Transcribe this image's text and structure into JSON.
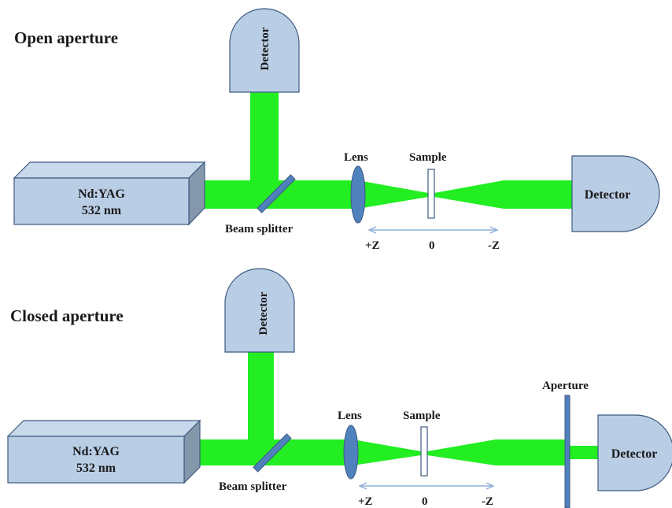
{
  "open": {
    "title": "Open aperture",
    "laser_line1": "Nd:YAG",
    "laser_line2": "532 nm",
    "beam_splitter": "Beam splitter",
    "lens": "Lens",
    "sample": "Sample",
    "detector_top": "Detector",
    "detector_right": "Detector",
    "z_plus": "+Z",
    "z_zero": "0",
    "z_minus": "-Z"
  },
  "closed": {
    "title": "Closed aperture",
    "laser_line1": "Nd:YAG",
    "laser_line2": "532 nm",
    "beam_splitter": "Beam splitter",
    "lens": "Lens",
    "sample": "Sample",
    "aperture": "Aperture",
    "detector_top": "Detector",
    "detector_right": "Detector",
    "z_plus": "+Z",
    "z_zero": "0",
    "z_minus": "-Z"
  },
  "colors": {
    "beam": "#22ee22",
    "component_fill": "#b9cde5",
    "component_stroke": "#3d5a80",
    "optic_fill": "#4f81bd",
    "arrow": "#8fb0d8"
  }
}
